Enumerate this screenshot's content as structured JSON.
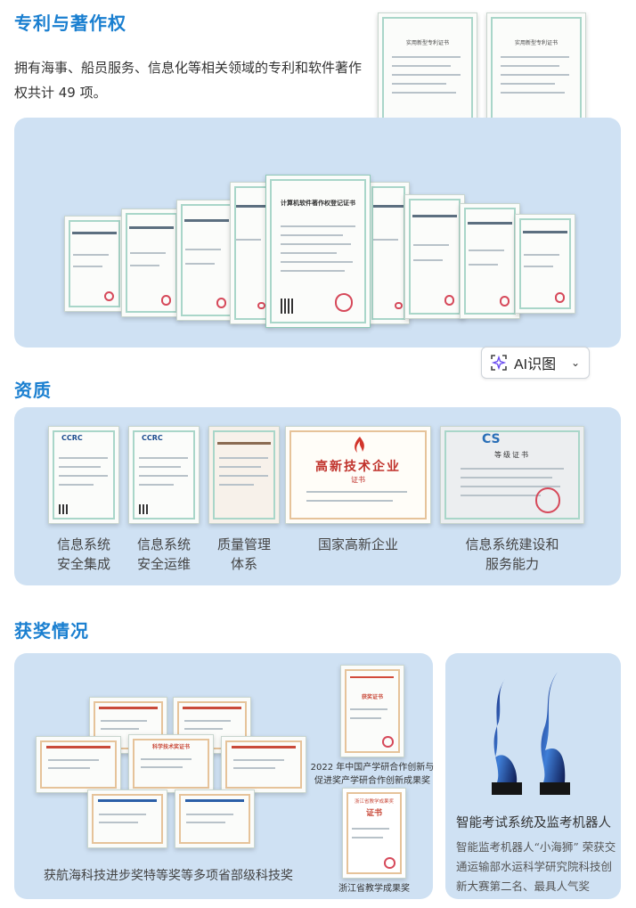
{
  "patents": {
    "title": "专利与著作权",
    "intro": "拥有海事、船员服务、信息化等相关领域的专利和软件著作权共计 49 项。",
    "patent_cert_title": "实用新型专利证书",
    "software_cert_title": "计算机软件著作权登记证书"
  },
  "ai_button": {
    "label": "AI识图"
  },
  "qualifications": {
    "title": "资质",
    "items": [
      {
        "label_line1": "信息系统",
        "label_line2": "安全集成",
        "cert_brand": "CCRC"
      },
      {
        "label_line1": "信息系统",
        "label_line2": "安全运维",
        "cert_brand": "CCRC"
      },
      {
        "label_line1": "质量管理",
        "label_line2": "体系",
        "cert_brand": ""
      },
      {
        "label_line1": "国家高新企业",
        "label_line2": "",
        "cert_brand": "高新技术企业"
      },
      {
        "label_line1": "信息系统建设和",
        "label_line2": "服务能力",
        "cert_brand": "CS"
      }
    ],
    "hitech_subtitle": "证书",
    "cs_title": "等级证书"
  },
  "awards": {
    "title": "获奖情况",
    "science_caption": "获航海科技进步奖特等奖等多项省部级科技奖",
    "science_cert_title": "科学技术奖证书",
    "innovation_caption_line1": "2022 年中国产学研合作创新与",
    "innovation_caption_line2": "促进奖产学研合作创新成果奖",
    "innovation_cert_title": "获奖证书",
    "zhejiang_caption": "浙江省教学成果奖",
    "zhejiang_cert_head": "浙江省教学成果奖",
    "zhejiang_cert_title": "证书",
    "trophy_title": "智能考试系统及监考机器人",
    "trophy_desc": "智能监考机器人“小海狮” 荣获交通运输部水运科学研究院科技创新大赛第二名、最具人气奖"
  },
  "colors": {
    "accent": "#1a7fd0",
    "panel": "#cfe1f3",
    "seal": "#d6495a"
  }
}
